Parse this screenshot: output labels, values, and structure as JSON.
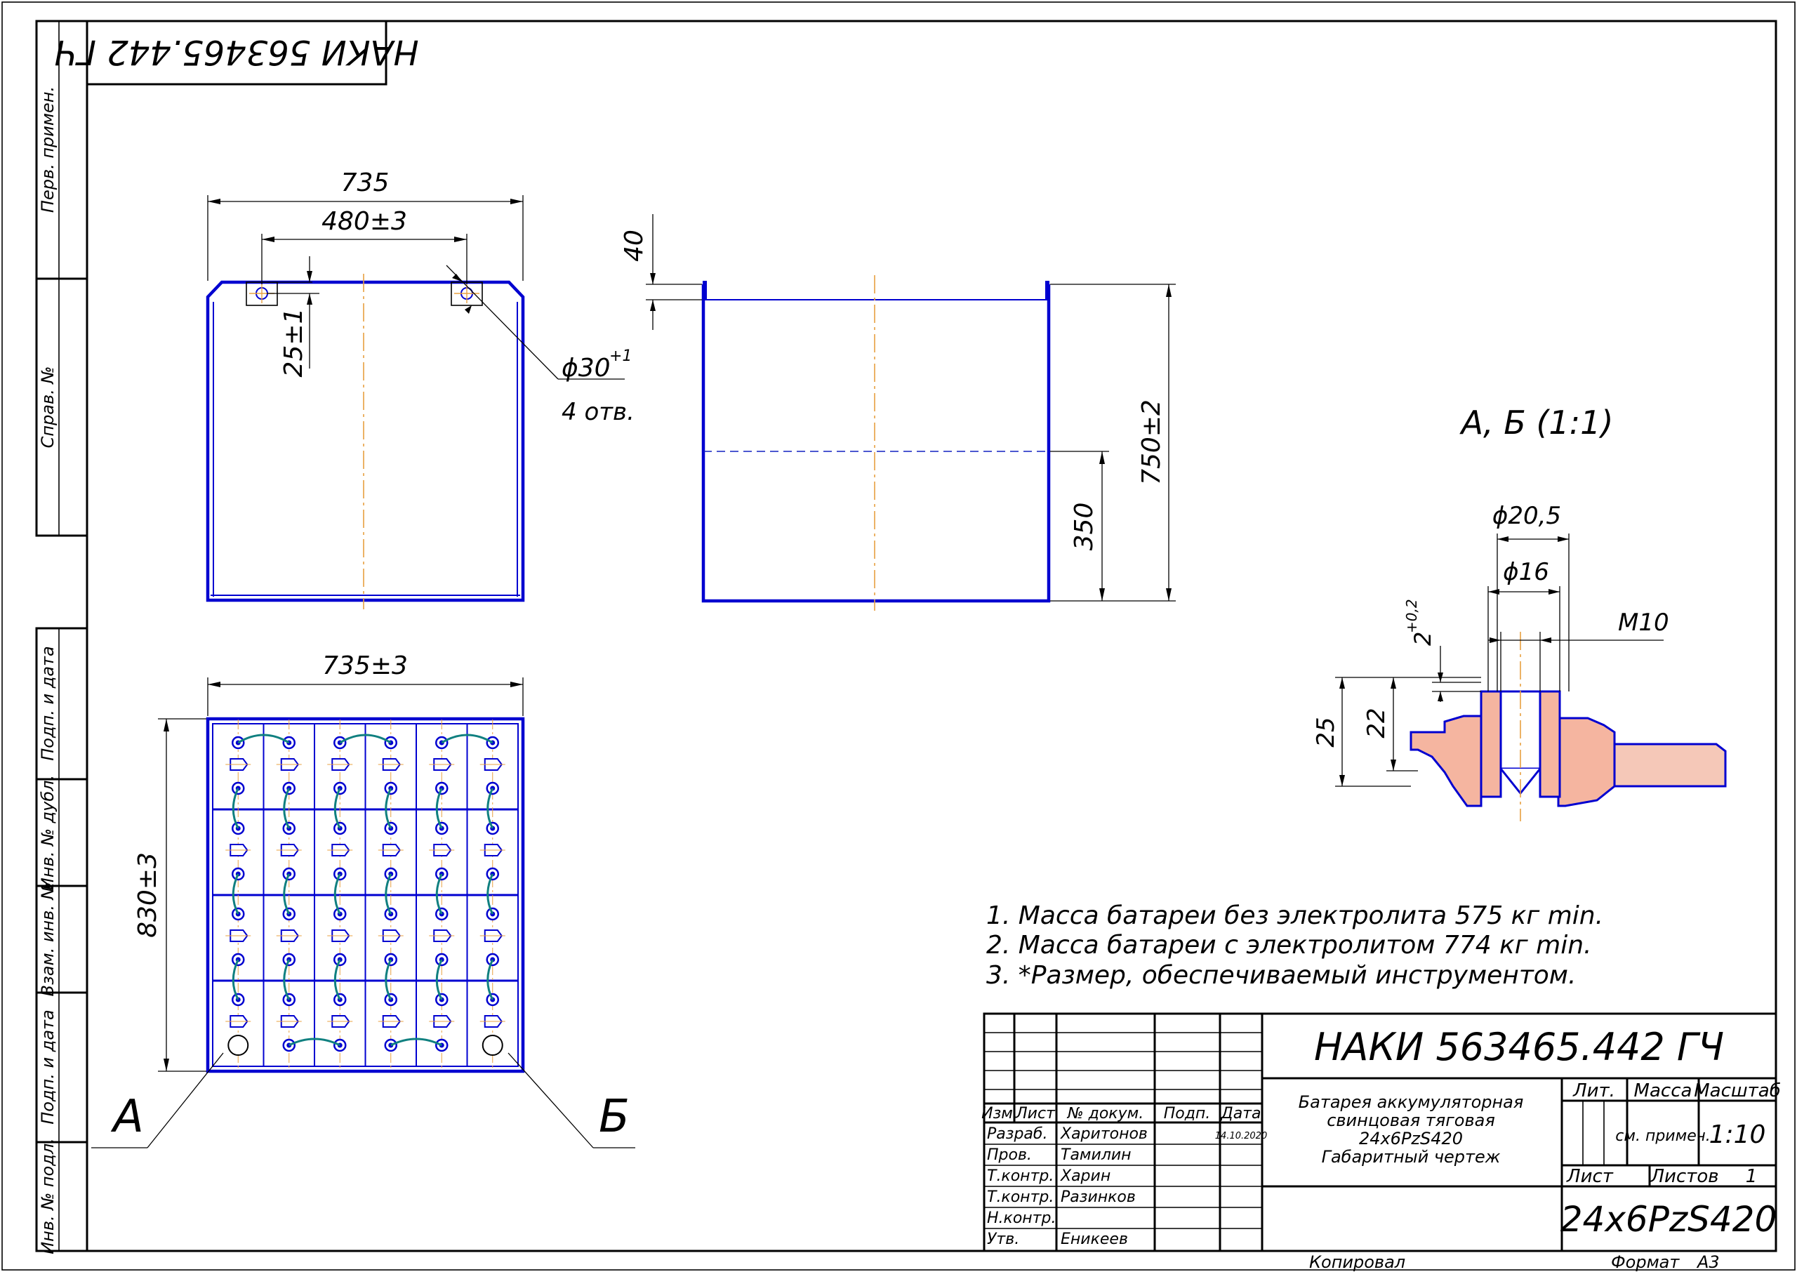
{
  "drawing_number": "НАКИ 563465.442 ГЧ",
  "drawing_number_inverted": "НАКИ 563465.442 ГЧ",
  "title_block": {
    "name_lines": [
      "Батарея аккумуляторная",
      "свинцовая тяговая",
      "24х6PzS420",
      "Габаритный чертеж"
    ],
    "designation": "24х6PzS420",
    "headers": {
      "lit": "Лит.",
      "mass": "Масса",
      "scale": "Масштаб"
    },
    "mass_value": "см. примеч.",
    "scale_value": "1:10",
    "sheet_label": "Лист",
    "sheets_label": "Листов",
    "sheets_value": "1",
    "columns": {
      "izm": "Изм.",
      "list": "Лист",
      "docnum": "№ докум.",
      "sign": "Подп.",
      "date": "Дата"
    },
    "date_value": "14.10.2020",
    "roles": [
      {
        "role": "Разраб.",
        "name": "Харитонов"
      },
      {
        "role": "Пров.",
        "name": "Тамилин"
      },
      {
        "role": "Т.контр.",
        "name": "Харин"
      },
      {
        "role": "Т.контр.",
        "name": "Разинков"
      },
      {
        "role": "Н.контр.",
        "name": ""
      },
      {
        "role": "Утв.",
        "name": "Еникеев"
      }
    ],
    "copied": "Копировал",
    "format_label": "Формат",
    "format_value": "А3"
  },
  "side_stamp": [
    "Перв. примен.",
    "Справ. №",
    "Подп. и дата",
    "Инв. № дубл.",
    "Взам. инв. №",
    "Подп. и дата",
    "Инв. № подл."
  ],
  "notes": [
    "1. Масса батареи без электролита 575 кг min.",
    "2. Масса батареи с электролитом 774 кг min.",
    "3.  *Размер, обеспечиваемый инструментом."
  ],
  "front_view": {
    "width": "735",
    "holes_spacing": "480±3",
    "hole_offset": "25±1",
    "hole_dia": "ϕ30",
    "hole_tol": "+1",
    "hole_count": "4 отв."
  },
  "side_view": {
    "rim": "40",
    "height": "750±2",
    "level": "350"
  },
  "plan_view": {
    "width": "735±3",
    "depth": "830±3",
    "callout_a": "А",
    "callout_b": "Б"
  },
  "detail": {
    "title": "А, Б (1:1)",
    "d1": "ϕ20,5",
    "d2": "ϕ16",
    "thread": "М10",
    "gap": "2",
    "gap_tol": "+0,2",
    "h1": "25",
    "h2": "22"
  },
  "colors": {
    "frame": "#000000",
    "geometry": "#0000d0",
    "centerline": "#e8a040",
    "connector": "#108080"
  }
}
